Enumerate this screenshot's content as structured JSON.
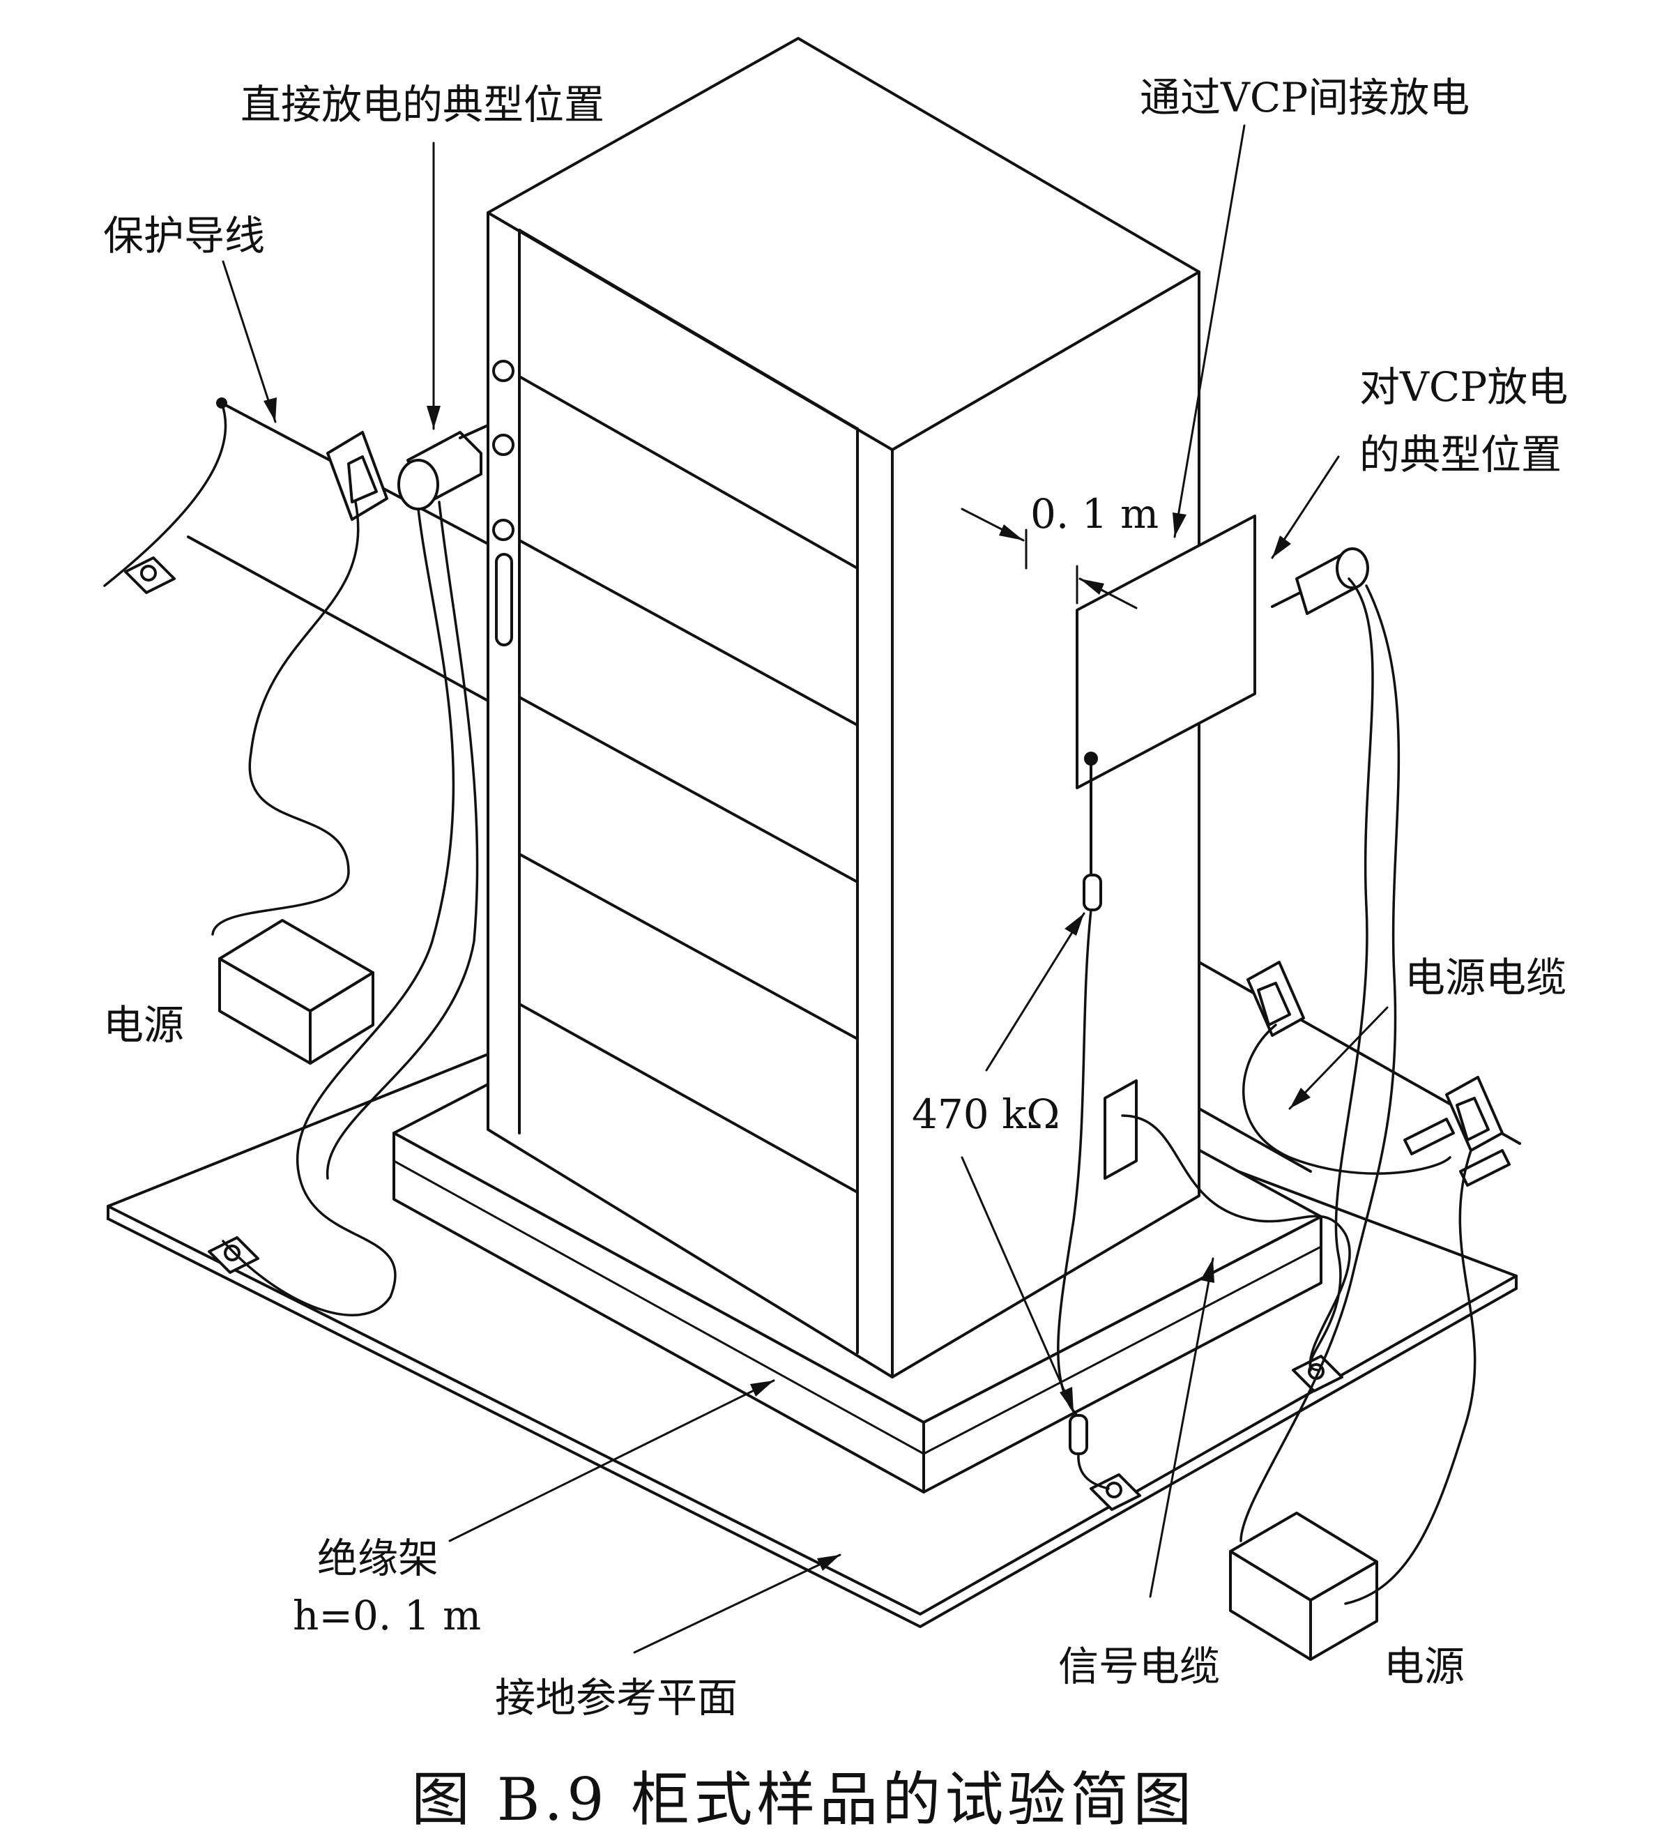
{
  "figure": {
    "caption": "图 B.9   柜式样品的试验简图"
  },
  "labels": {
    "protective_conductor": "保护导线",
    "direct_discharge": "直接放电的典型位置",
    "indirect_vcp": "通过VCP间接放电",
    "vcp_discharge_line1": "对VCP放电",
    "vcp_discharge_line2": "的典型位置",
    "distance": "0. 1 m",
    "power_cable": "电源电缆",
    "power_left": "电源",
    "resistor": "470 kΩ",
    "insulating_support": "绝缘架",
    "support_height": "h=0. 1 m",
    "ground_plane": "接地参考平面",
    "signal_cable": "信号电缆",
    "power_right": "电源"
  }
}
